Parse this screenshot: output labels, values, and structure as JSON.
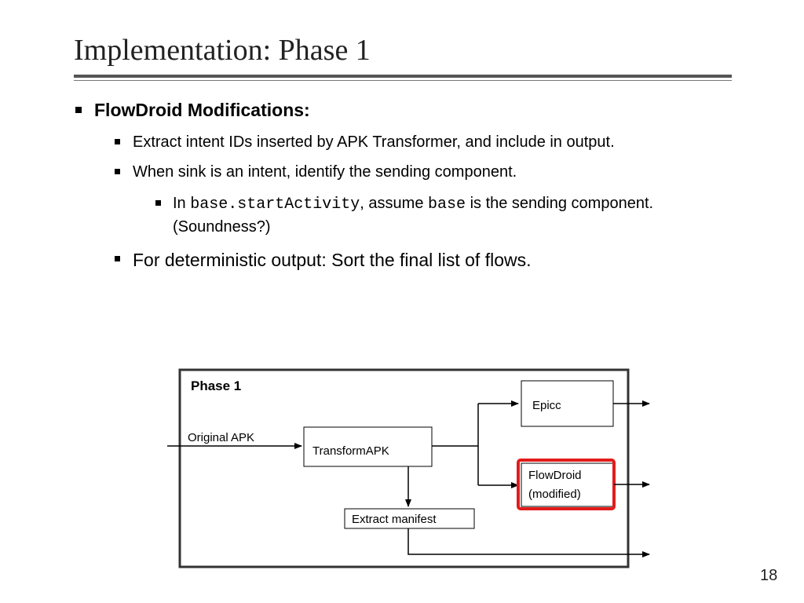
{
  "slide": {
    "title": "Implementation: Phase 1",
    "page_number": "18"
  },
  "bullets": {
    "level1": "FlowDroid Modifications:",
    "item1": "Extract intent IDs inserted by APK Transformer, and include in output.",
    "item2": "When sink is an intent, identify the sending component.",
    "sub": {
      "in": "In ",
      "code1": "base.startActivity",
      "mid": ", assume ",
      "code2": "base",
      "end": " is the sending component.",
      "line2": "(Soundness?)"
    },
    "item3": "For deterministic output: Sort the final list of flows."
  },
  "diagram": {
    "frame_label": "Phase 1",
    "input_label": "Original APK",
    "transform": "TransformAPK",
    "epicc": "Epicc",
    "flowdroid_line1": "FlowDroid",
    "flowdroid_line2": "(modified)",
    "manifest": "Extract manifest",
    "highlight_color": "#e31b1b"
  }
}
